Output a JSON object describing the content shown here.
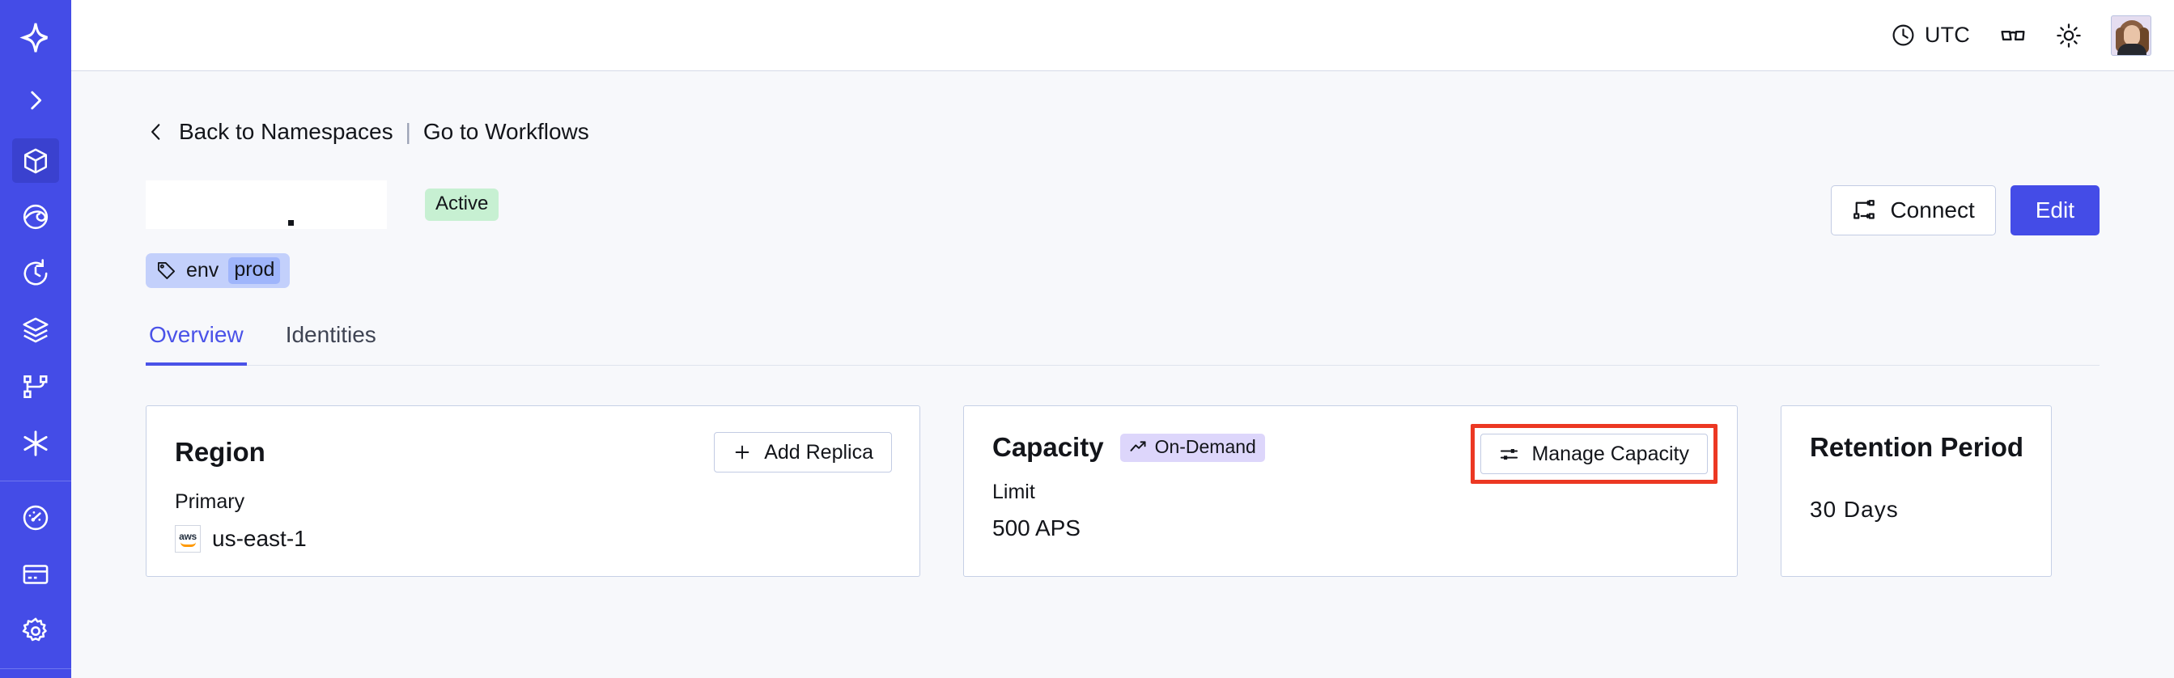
{
  "sidebar": {
    "logo": "temporal-star-logo",
    "expand_label": "expand-sidebar",
    "items": [
      {
        "name": "namespaces",
        "icon": "cube-icon",
        "active": true
      },
      {
        "name": "workflows",
        "icon": "eye-icon",
        "active": false
      },
      {
        "name": "schedules",
        "icon": "clock-rewind-icon",
        "active": false
      },
      {
        "name": "batch-operations",
        "icon": "layers-icon",
        "active": false
      },
      {
        "name": "nexus",
        "icon": "git-branch-icon",
        "active": false
      },
      {
        "name": "integrations",
        "icon": "asterisk-icon",
        "active": false
      },
      {
        "name": "usage",
        "icon": "gauge-icon",
        "active": false
      },
      {
        "name": "billing",
        "icon": "credit-card-icon",
        "active": false
      },
      {
        "name": "settings",
        "icon": "gear-icon",
        "active": false
      }
    ]
  },
  "topbar": {
    "timezone_label": "UTC",
    "timezone_icon": "clock-icon",
    "glasses_icon": "glasses-icon",
    "theme_icon": "sun-icon",
    "avatar": "user-avatar"
  },
  "breadcrumb": {
    "back_icon": "chevron-left-icon",
    "back_label": "Back to Namespaces",
    "separator": "|",
    "forward_label": "Go to Workflows"
  },
  "header": {
    "namespace_title": "",
    "status_badge": "Active",
    "tag": {
      "icon": "tag-icon",
      "key": "env",
      "value": "prod"
    },
    "connect_button": {
      "label": "Connect",
      "icon": "connect-icon"
    },
    "edit_button": {
      "label": "Edit"
    }
  },
  "tabs": [
    {
      "label": "Overview",
      "active": true
    },
    {
      "label": "Identities",
      "active": false
    }
  ],
  "cards": {
    "region": {
      "title": "Region",
      "action_label": "Add Replica",
      "action_icon": "plus-icon",
      "sublabel": "Primary",
      "provider_icon": "aws-logo",
      "provider_text": "aws",
      "value": "us-east-1"
    },
    "capacity": {
      "title": "Capacity",
      "badge_label": "On-Demand",
      "badge_icon": "trending-up-icon",
      "action_label": "Manage Capacity",
      "action_icon": "sliders-icon",
      "sublabel": "Limit",
      "value": "500 APS",
      "highlight_color": "#ec3823"
    },
    "retention": {
      "title": "Retention Period",
      "value": "30 Days"
    }
  },
  "colors": {
    "brand": "#444ce7",
    "accent_tab": "#4a52e8",
    "status_active_bg": "#c7f0d2",
    "badge_ondemand_bg": "#ddd6fb",
    "tag_bg": "#c3d0fb",
    "tag_value_bg": "#9fb5fb",
    "page_bg": "#f7f8fb",
    "highlight": "#ec3823"
  }
}
